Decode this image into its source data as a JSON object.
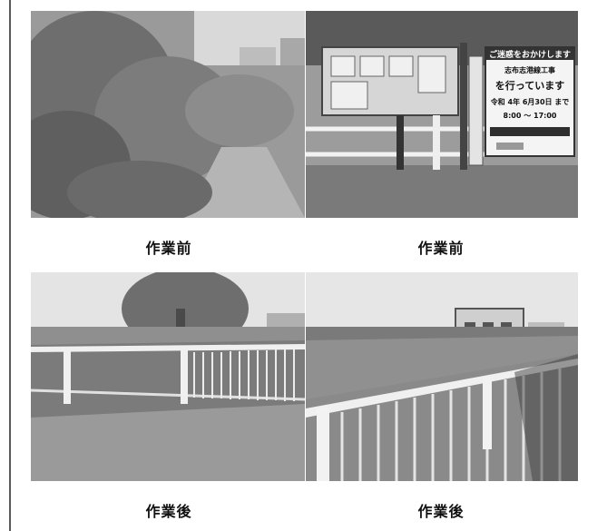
{
  "captions": {
    "top_left": "作業前",
    "top_right": "作業前",
    "bottom_left": "作業後",
    "bottom_right": "作業後"
  },
  "photos": {
    "top_left": "overgrown vegetation along river embankment",
    "top_right": "construction notice board beside railing",
    "bottom_left": "bridge railing after vegetation clearing",
    "bottom_right": "river view with railing and building"
  },
  "sign": {
    "header": "ご迷惑をおかけします",
    "line1": "志布志港線工事",
    "line2": "を行っています",
    "line3": "令和 4年 6月30日 まで",
    "line4": "8:00 〜 17:00"
  }
}
